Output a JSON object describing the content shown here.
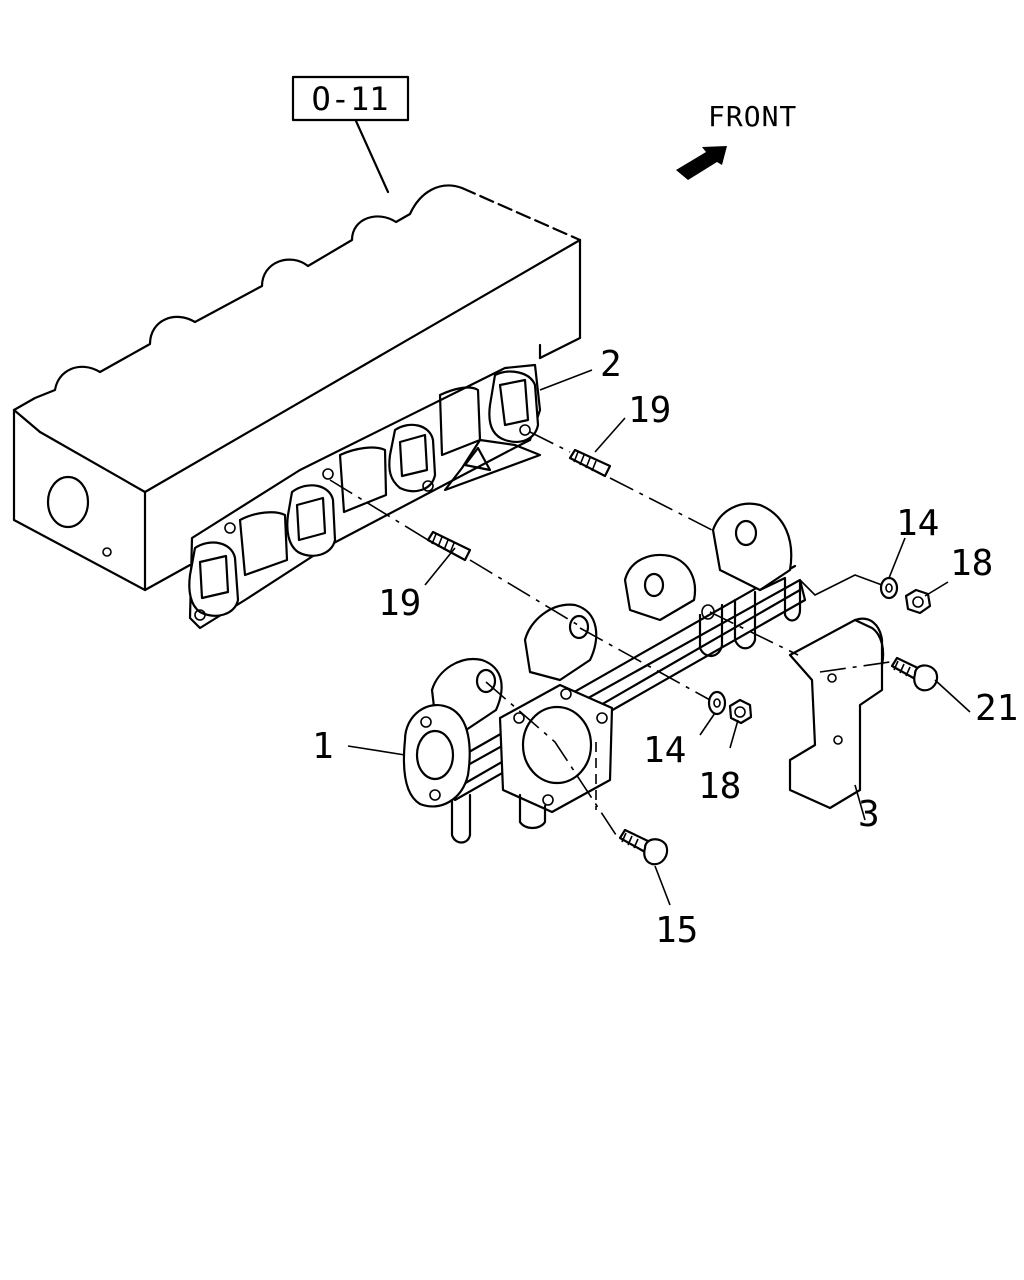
{
  "reference_box": "O-11",
  "direction_label": "FRONT",
  "callouts": [
    {
      "id": "c1",
      "text": "1"
    },
    {
      "id": "c2",
      "text": "2"
    },
    {
      "id": "c3",
      "text": "3"
    },
    {
      "id": "c14a",
      "text": "14"
    },
    {
      "id": "c14b",
      "text": "14"
    },
    {
      "id": "c15",
      "text": "15"
    },
    {
      "id": "c18a",
      "text": "18"
    },
    {
      "id": "c18b",
      "text": "18"
    },
    {
      "id": "c19a",
      "text": "19"
    },
    {
      "id": "c19b",
      "text": "19"
    },
    {
      "id": "c21",
      "text": "21"
    }
  ]
}
